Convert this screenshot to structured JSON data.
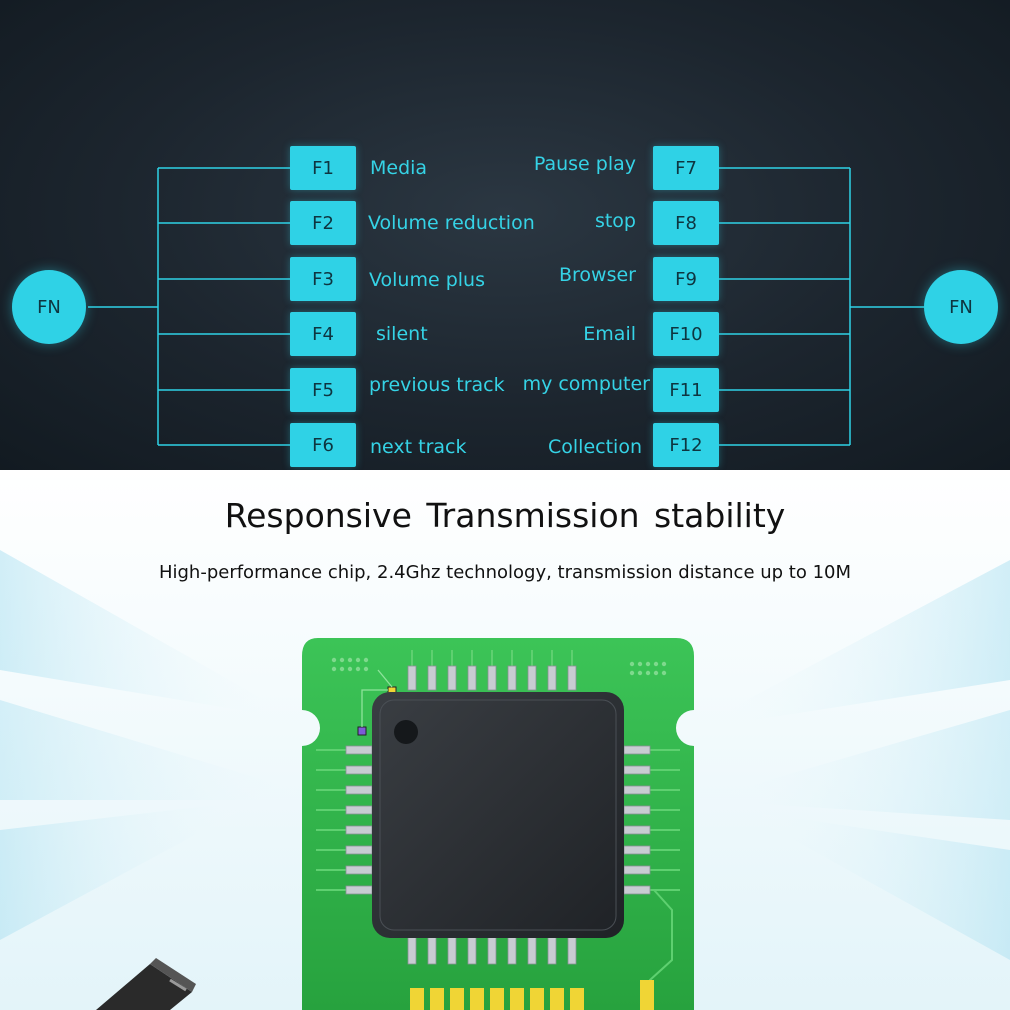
{
  "fn_left": "FN",
  "fn_right": "FN",
  "left_keys": [
    {
      "key": "F1",
      "label": "Media"
    },
    {
      "key": "F2",
      "label": "Volume reduction"
    },
    {
      "key": "F3",
      "label": "Volume plus"
    },
    {
      "key": "F4",
      "label": "silent"
    },
    {
      "key": "F5",
      "label": "previous track"
    },
    {
      "key": "F6",
      "label": "next track"
    }
  ],
  "right_keys": [
    {
      "key": "F7",
      "label": "Pause play"
    },
    {
      "key": "F8",
      "label": "stop"
    },
    {
      "key": "F9",
      "label": "Browser"
    },
    {
      "key": "F10",
      "label": "Email"
    },
    {
      "key": "F11",
      "label": "my computer"
    },
    {
      "key": "F12",
      "label": "Collection"
    }
  ],
  "section": {
    "title": "Responsive  Transmission stability",
    "subtitle": "High-performance chip, 2.4Ghz technology, transmission distance up to 10M"
  },
  "colors": {
    "accent": "#2fd2e6",
    "dark_bg": "#1c252e",
    "pcb_green": "#2fb34a",
    "chip": "#2a2d31"
  },
  "illustration": {
    "main": "circuit-board-chip",
    "corner": "usb-receiver"
  }
}
